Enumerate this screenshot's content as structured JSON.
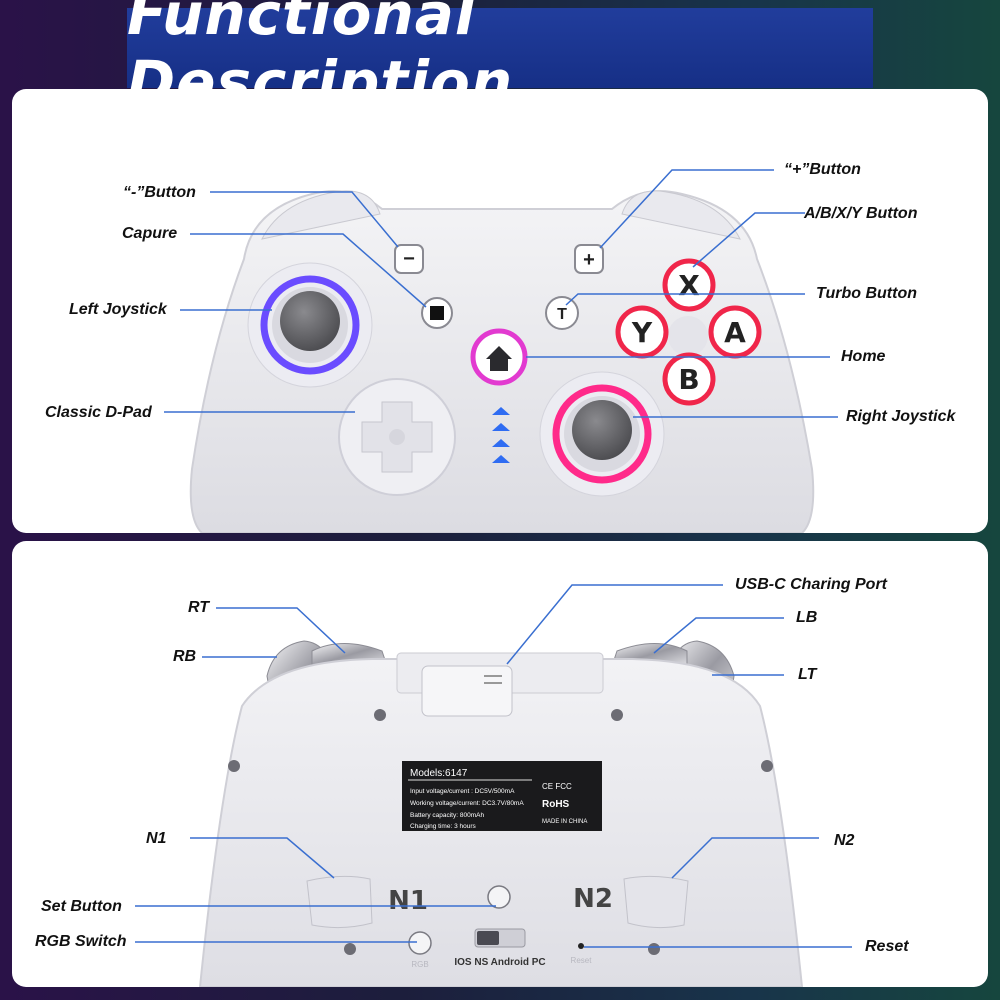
{
  "title": "Functional Description",
  "front_view": {
    "labels": {
      "minus_button": "“-”Button",
      "capture": "Capure",
      "left_joystick": "Left Joystick",
      "dpad": "Classic D-Pad",
      "plus_button": "“+”Button",
      "abxy": "A/B/X/Y Button",
      "turbo": "Turbo Button",
      "home": "Home",
      "right_joystick": "Right Joystick"
    },
    "glyphs": {
      "minus": "−",
      "plus": "+",
      "turbo": "T",
      "x": "X",
      "y": "Y",
      "a": "A",
      "b": "B"
    }
  },
  "back_view": {
    "labels": {
      "rt": "RT",
      "rb": "RB",
      "usb_c": "USB-C Charing Port",
      "lb": "LB",
      "lt": "LT",
      "n1": "N1",
      "n2": "N2",
      "set_button": "Set Button",
      "rgb_switch": "RGB Switch",
      "reset": "Reset"
    },
    "paddle_n1": "N1",
    "paddle_n2": "N2",
    "mode_text": "IOS NS Android PC",
    "rgb_small": "RGB",
    "reset_small": "Reset",
    "info_plate": {
      "model": "Models:6147",
      "input": "Input voltage/current : DC5V/500mA",
      "working": "Working voltage/current: DC3.7V/80mA",
      "battery": "Battery capacity: 800mAh",
      "charging": "Charging time: 3 hours",
      "certs": "CE FCC",
      "rohs": "RoHS",
      "made_in": "MADE IN CHINA"
    }
  },
  "colors": {
    "title_bg": "#1b358f",
    "leader_line": "#3a6fd0",
    "left_ring": "#6a4cff",
    "right_ring": "#ff2a8a",
    "face_button_ring": "#f0264a"
  }
}
